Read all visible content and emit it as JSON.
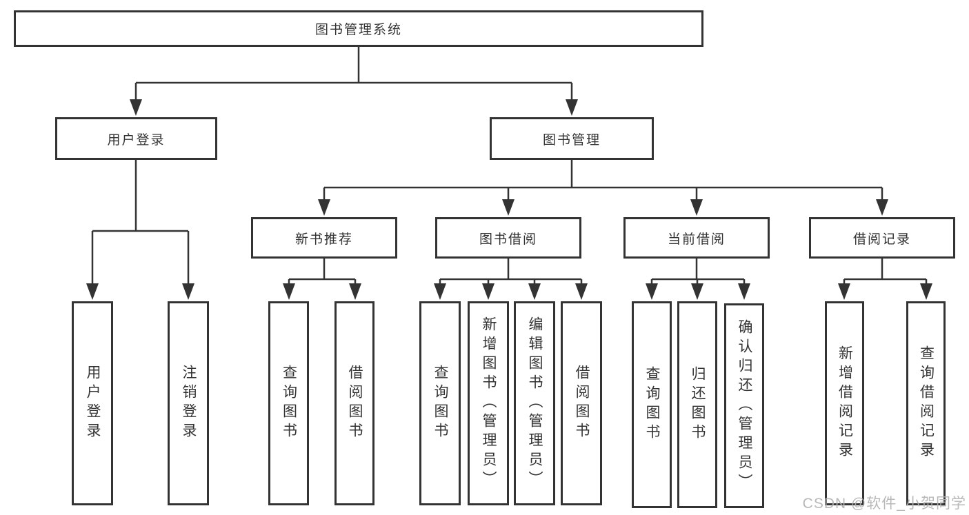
{
  "colors": {
    "line": "#333333",
    "text": "#333333",
    "box_bg": "#ffffff",
    "watermark": "#b3b3b3"
  },
  "watermark": {
    "text": "CSDN @软件_小贺同学"
  },
  "tree": {
    "label": "图书管理系统",
    "children": [
      {
        "label": "用户登录",
        "children": [
          {
            "label": "用户登录"
          },
          {
            "label": "注销登录"
          }
        ]
      },
      {
        "label": "图书管理",
        "children": [
          {
            "label": "新书推荐",
            "children": [
              {
                "label": "查询图书"
              },
              {
                "label": "借阅图书"
              }
            ]
          },
          {
            "label": "图书借阅",
            "children": [
              {
                "label": "查询图书"
              },
              {
                "label": "新增图书（管理员）"
              },
              {
                "label": "编辑图书（管理员）"
              },
              {
                "label": "借阅图书"
              }
            ]
          },
          {
            "label": "当前借阅",
            "children": [
              {
                "label": "查询图书"
              },
              {
                "label": "归还图书"
              },
              {
                "label": "确认归还（管理员）"
              }
            ]
          },
          {
            "label": "借阅记录",
            "children": [
              {
                "label": "新增借阅记录"
              },
              {
                "label": "查询借阅记录"
              }
            ]
          }
        ]
      }
    ]
  }
}
